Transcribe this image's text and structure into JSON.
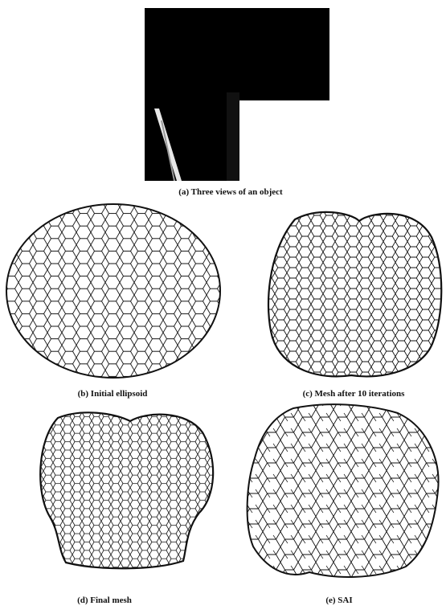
{
  "figure": {
    "captions": {
      "a": "(a) Three views of an object",
      "b": "(b) Initial ellipsoid",
      "c": "(c) Mesh after 10 iterations",
      "d": "(d) Final mesh",
      "e": "(e) SAI"
    },
    "colors": {
      "ink": "#111111",
      "paper": "#ffffff"
    }
  }
}
